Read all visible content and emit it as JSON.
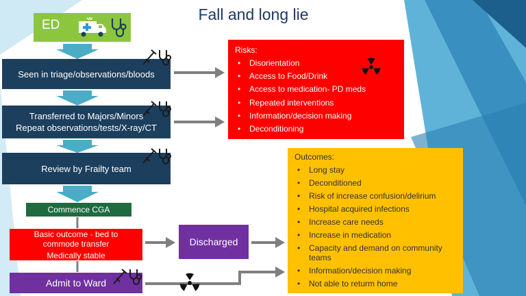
{
  "title": "Fall and long lie",
  "flow": {
    "ed": "ED",
    "step1": "Seen in triage/observations/bloods",
    "step2_line1": "Transferred to Majors/Minors",
    "step2_line2": "Repeat observations/tests/X-ray/CT",
    "step3": "Review by Frailty team",
    "step4": "Commence CGA",
    "step5_line1": "Basic outcome - bed to",
    "step5_line2": "commode transfer",
    "step5_line3": "Medically stable",
    "step6": "Admit to Ward",
    "discharged": "Discharged"
  },
  "risks": {
    "title": "Risks:",
    "items": [
      "Disorientation",
      "Access to Food/Drink",
      "Access to medication- PD meds",
      "Repeated interventions",
      "Information/decision making",
      "Deconditioning"
    ]
  },
  "outcomes": {
    "title": "Outcomes:",
    "items": [
      "Long stay",
      "Deconditioned",
      "Risk of increase confusion/delirium",
      "Hospital acquired infections",
      "Increase care needs",
      "Increase in medication",
      "Capacity and demand on community teams",
      "Information/decision making",
      "Not able to returm home"
    ]
  },
  "colors": {
    "navy": "#1c3f5e",
    "green": "#8cc63f",
    "dark_green": "#1e6b3f",
    "red": "#ff0000",
    "purple": "#7030a0",
    "amber": "#ffc000",
    "arrow_blue": "#4bacc6",
    "arrow_grey": "#7f7f7f"
  },
  "icons": [
    "ambulance-icon",
    "stethoscope-icon",
    "syringe-icon",
    "radiation-icon"
  ]
}
